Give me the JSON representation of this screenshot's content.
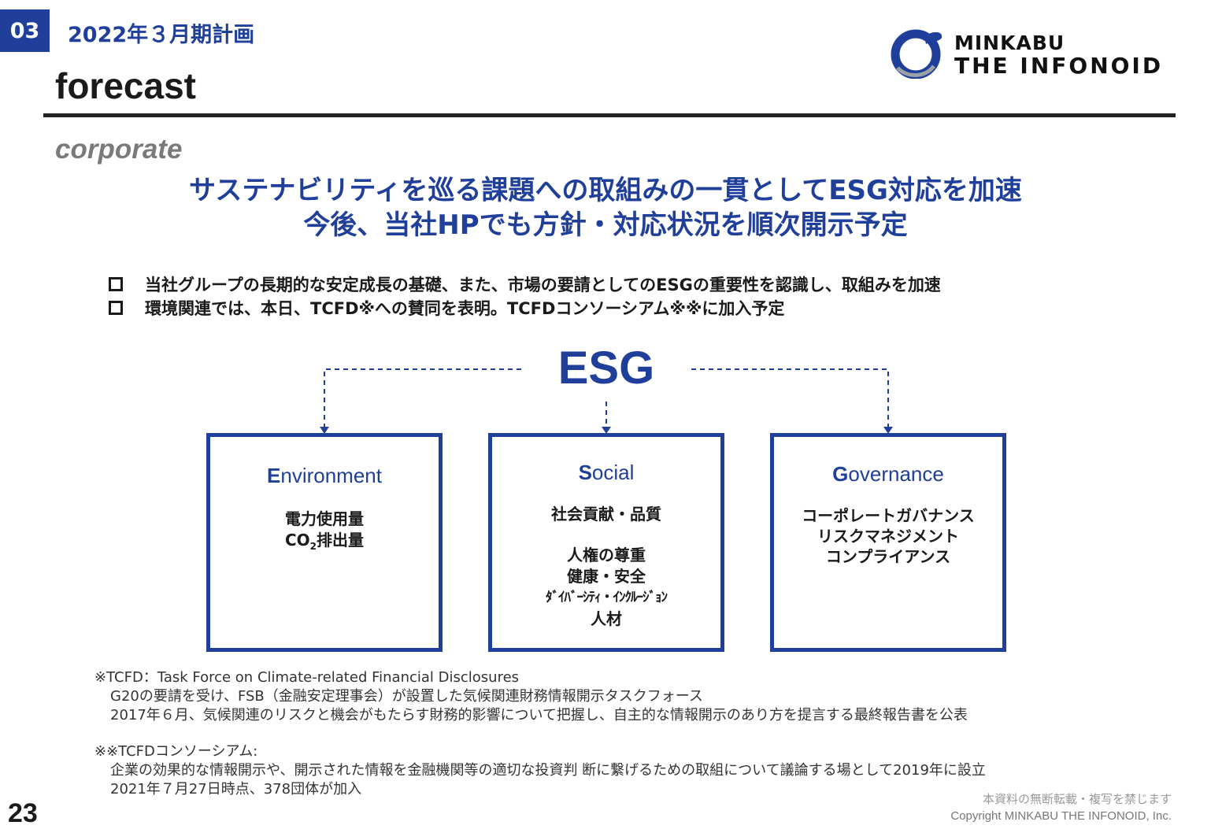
{
  "header": {
    "section_number": "03",
    "plan_title": "2022年３月期計画",
    "page_heading": "forecast"
  },
  "logo": {
    "line1": "MINKABU",
    "line2": "THE INFONOID",
    "brand_color": "#1f3f9b"
  },
  "category": "corporate",
  "headline": {
    "line1": "サステナビリティを巡る課題への取組みの一貫としてESG対応を加速",
    "line2": "今後、当社HPでも方針・対応状況を順次開示予定"
  },
  "bullets": [
    "当社グループの長期的な安定成長の基礎、また、市場の要請としてのESGの重要性を認識し、取組みを加速",
    "環境関連では、本日、TCFD※への賛同を表明。TCFDコンソーシアム※※に加入予定"
  ],
  "esg": {
    "title": "ESG",
    "environment": {
      "initial": "E",
      "rest": "nvironment",
      "items": [
        "電力使用量",
        "CO",
        "2",
        "排出量"
      ]
    },
    "social": {
      "initial": "S",
      "rest": "ocial",
      "items": [
        "社会貢献・品質",
        "人権の尊重",
        "健康・安全",
        "ﾀﾞｲﾊﾞｰｼﾃｨ・ｲﾝｸﾙｰｼﾞｮﾝ",
        "人材"
      ]
    },
    "governance": {
      "initial": "G",
      "rest": "overnance",
      "items": [
        "コーポレートガバナンス",
        "リスクマネジメント",
        "コンプライアンス"
      ]
    }
  },
  "footnotes": {
    "tcfd_title": "※TCFD：Task Force on Climate-related Financial Disclosures",
    "tcfd_line1": "G20の要請を受け、FSB（金融安定理事会）が設置した気候関連財務情報開示タスクフォース",
    "tcfd_line2": "2017年６月、気候関連のリスクと機会がもたらす財務的影響について把握し、自主的な情報開示のあり方を提言する最終報告書を公表",
    "consortium_title": "※※TCFDコンソーシアム:",
    "consortium_line1": "企業の効果的な情報開示や、開示された情報を金融機関等の適切な投資判 断に繋げるための取組について議論する場として2019年に設立",
    "consortium_line2": "2021年７月27日時点、378団体が加入"
  },
  "footer": {
    "page_number": "23",
    "rights": "本資料の無断転載・複写を禁じます",
    "copyright": "Copyright MINKABU THE INFONOID, Inc."
  }
}
